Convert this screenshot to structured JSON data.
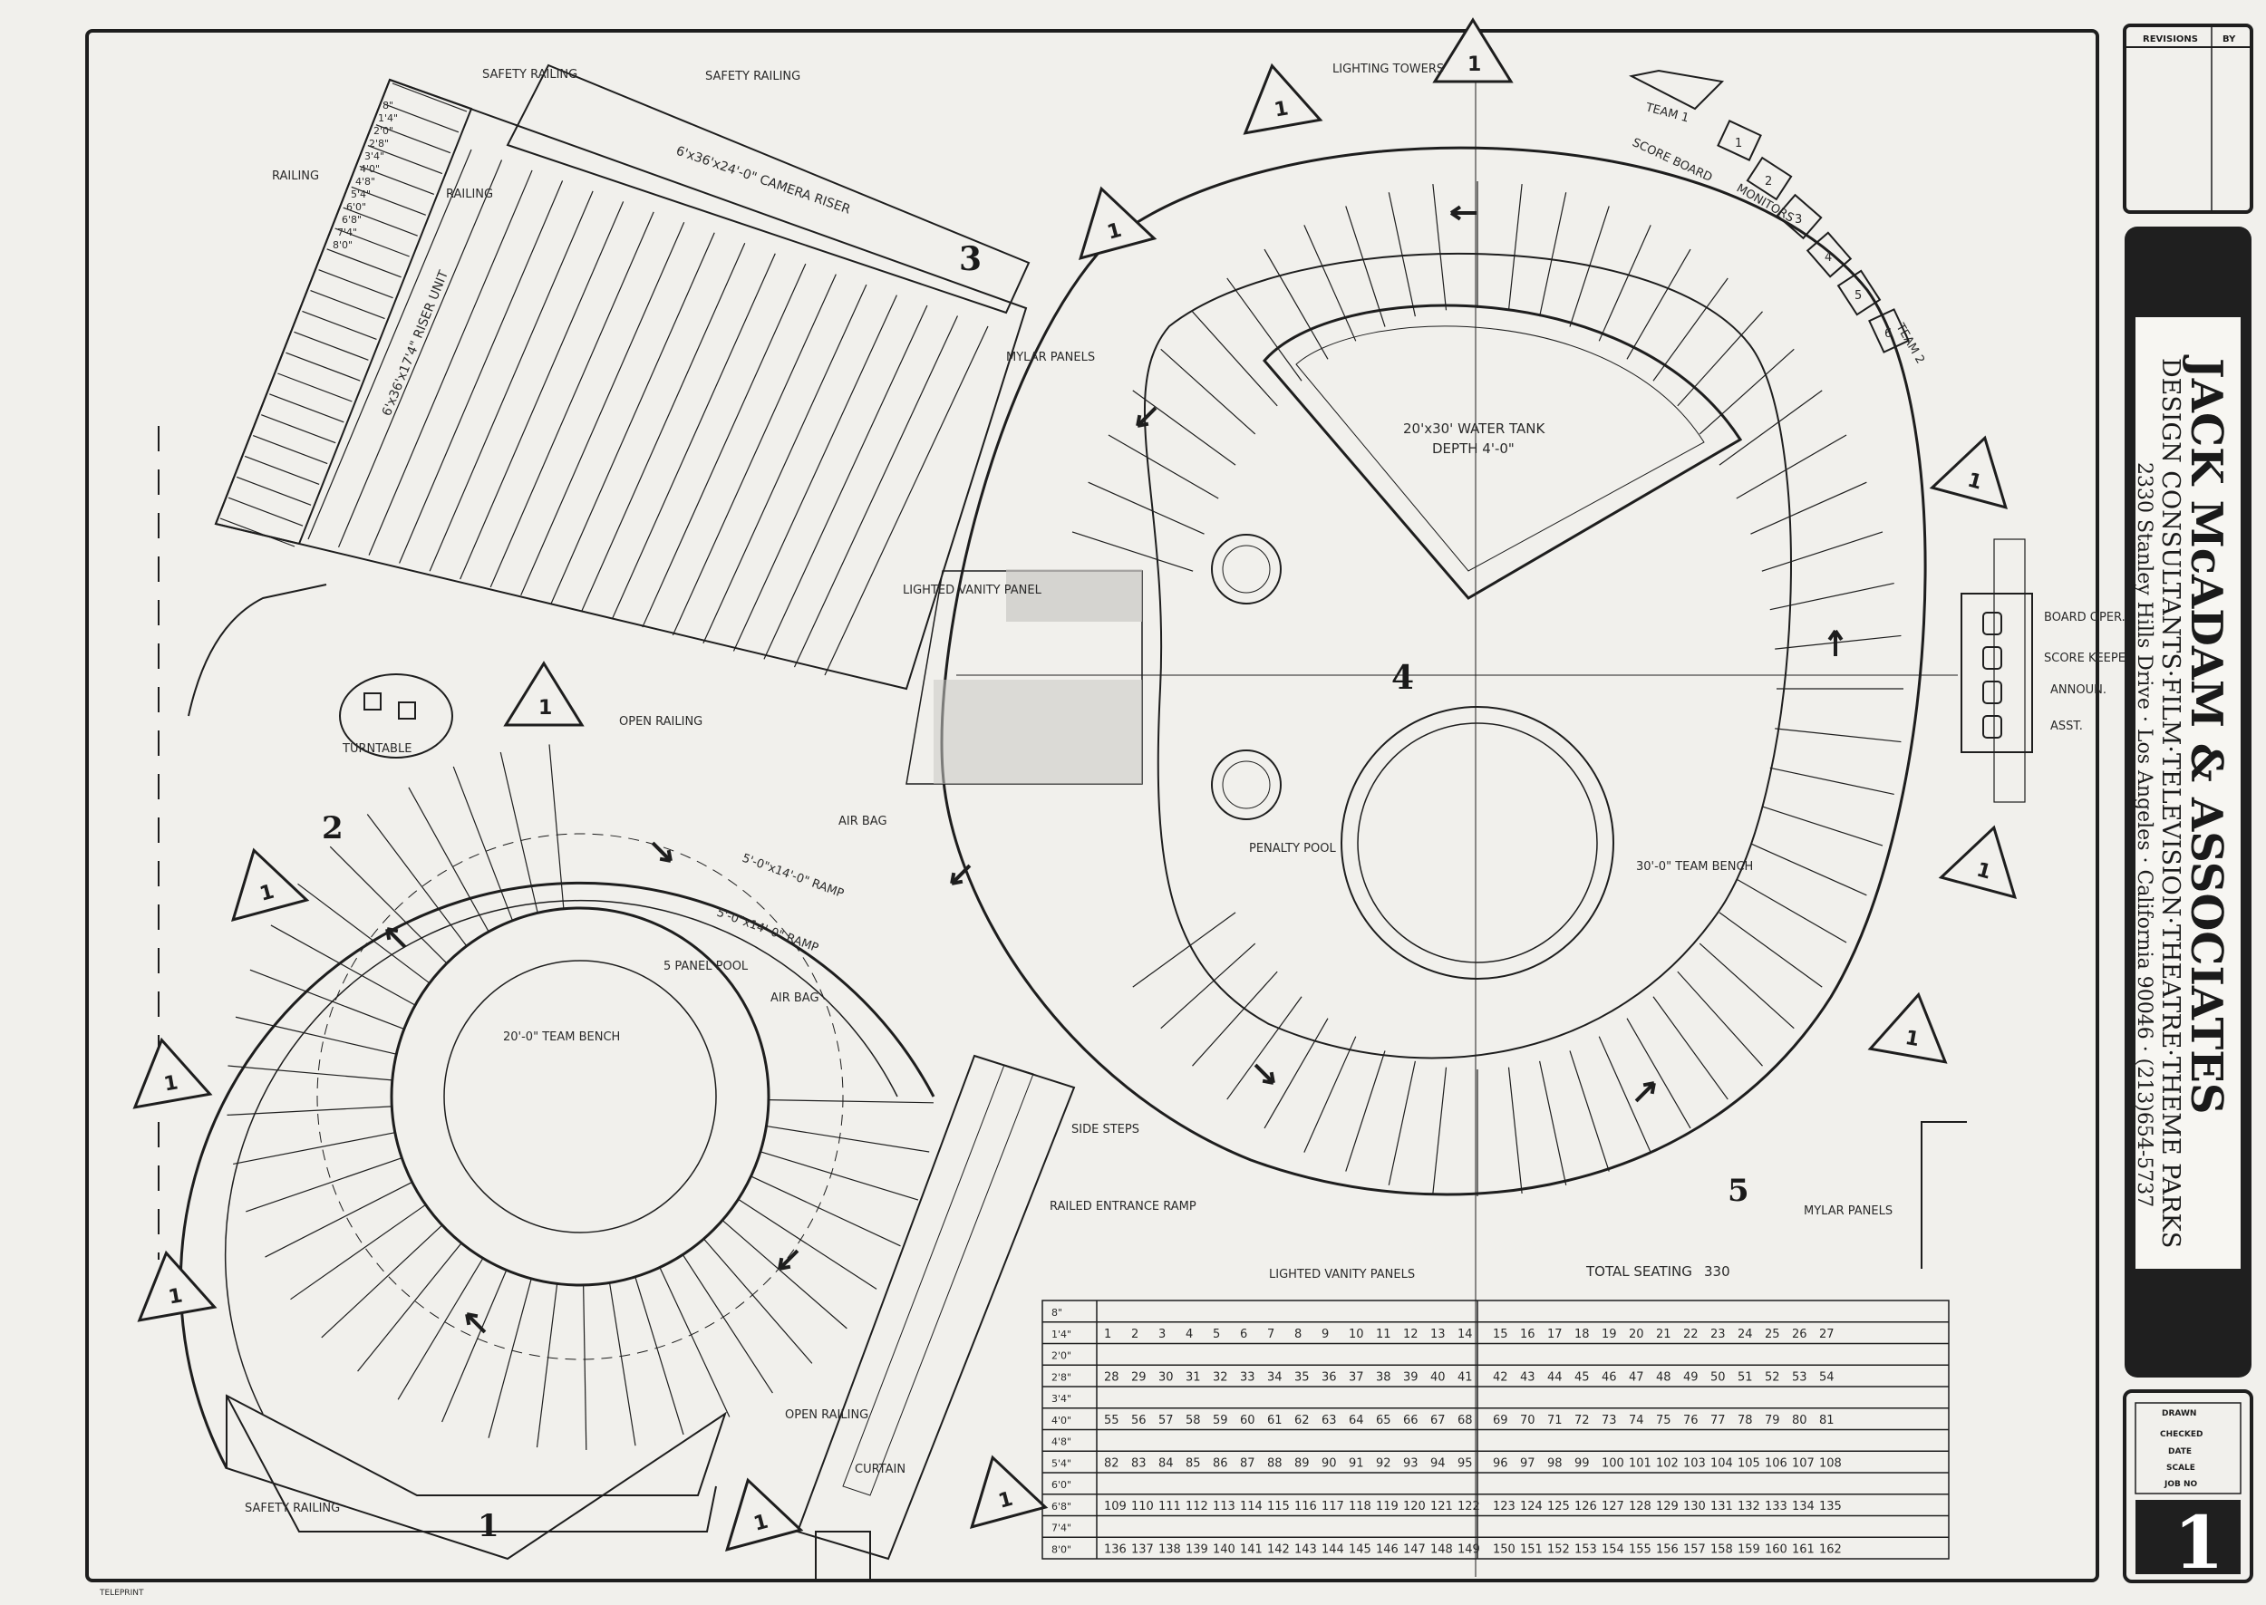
{
  "firm": {
    "name": "JACK McADAM & ASSOCIATES",
    "tagline": "DESIGN CONSULTANTS·FILM·TELEVISION·THEATRE·THEME PARKS",
    "address": "2330 Stanley Hills Drive · Los Angeles · California 90046 · (213)654-5737"
  },
  "title_block": {
    "revisions_label": "REVISIONS",
    "by_label": "BY",
    "drawn_label": "DRAWN",
    "checked_label": "CHECKED",
    "date_label": "DATE",
    "scale_label": "SCALE",
    "job_no_label": "JOB NO",
    "sheet_number": "1"
  },
  "sections": [
    "1",
    "2",
    "3",
    "4",
    "5"
  ],
  "callouts": {
    "safety_railing_1": "SAFETY RAILING",
    "safety_railing_2": "SAFETY RAILING",
    "safety_railing_3": "SAFETY RAILING",
    "railing_1": "RAILING",
    "railing_2": "RAILING",
    "camera_riser": "6'x36'x24'-0\" CAMERA RISER",
    "riser_unit": "6'x36'x17'4\" RISER UNIT",
    "mylar_panels_1": "MYLAR PANELS",
    "mylar_panels_2": "MYLAR PANELS",
    "lighted_vanity_panel": "LIGHTED VANITY PANEL",
    "lighted_vanity_panels": "LIGHTED VANITY PANELS",
    "open_railing_1": "OPEN RAILING",
    "open_railing_2": "OPEN RAILING",
    "turntable": "TURNTABLE",
    "air_bag_1": "AIR BAG",
    "air_bag_2": "AIR BAG",
    "ramp_1": "5'-0\"x14'-0\" RAMP",
    "ramp_2": "5'-0\"x14'-0\" RAMP",
    "panel_pool": "5 PANEL POOL",
    "team_bench_1": "20'-0\" TEAM BENCH",
    "team_bench_2": "30'-0\" TEAM BENCH",
    "water_tank": "20'x30' WATER TANK",
    "water_depth": "DEPTH 4'-0\"",
    "penalty_pool": "PENALTY POOL",
    "lighting_towers": "LIGHTING TOWERS",
    "score_board": "SCORE BOARD",
    "monitors": "MONITORS",
    "team_1": "TEAM 1",
    "team_2": "TEAM 2",
    "board_oper": "BOARD OPER.",
    "score_keeper": "SCORE KEEPER",
    "announ": "ANNOUN.",
    "asst": "ASST.",
    "side_steps": "SIDE STEPS",
    "railed_ramp": "RAILED ENTRANCE RAMP",
    "curtain": "CURTAIN",
    "total_seating": "TOTAL SEATING",
    "total_seating_value": "330",
    "footer": "TELEPRINT"
  },
  "monitors": [
    "1",
    "2",
    "3",
    "4",
    "5",
    "6"
  ],
  "riser_heights": [
    "8\"",
    "1'4\"",
    "2'0\"",
    "2'8\"",
    "3'4\"",
    "4'0\"",
    "4'8\"",
    "5'4\"",
    "6'0\"",
    "6'8\"",
    "7'4\"",
    "8'0\""
  ],
  "seating_grid": {
    "left": [
      [
        "1",
        "2",
        "3",
        "4",
        "5",
        "6",
        "7",
        "8",
        "9",
        "10",
        "11",
        "12",
        "13",
        "14"
      ],
      [
        "28",
        "29",
        "30",
        "31",
        "32",
        "33",
        "34",
        "35",
        "36",
        "37",
        "38",
        "39",
        "40",
        "41"
      ],
      [
        "55",
        "56",
        "57",
        "58",
        "59",
        "60",
        "61",
        "62",
        "63",
        "64",
        "65",
        "66",
        "67",
        "68"
      ],
      [
        "82",
        "83",
        "84",
        "85",
        "86",
        "87",
        "88",
        "89",
        "90",
        "91",
        "92",
        "93",
        "94",
        "95"
      ],
      [
        "109",
        "110",
        "111",
        "112",
        "113",
        "114",
        "115",
        "116",
        "117",
        "118",
        "119",
        "120",
        "121",
        "122"
      ],
      [
        "136",
        "137",
        "138",
        "139",
        "140",
        "141",
        "142",
        "143",
        "144",
        "145",
        "146",
        "147",
        "148",
        "149"
      ]
    ],
    "right": [
      [
        "15",
        "16",
        "17",
        "18",
        "19",
        "20",
        "21",
        "22",
        "23",
        "24",
        "25",
        "26",
        "27"
      ],
      [
        "42",
        "43",
        "44",
        "45",
        "46",
        "47",
        "48",
        "49",
        "50",
        "51",
        "52",
        "53",
        "54"
      ],
      [
        "69",
        "70",
        "71",
        "72",
        "73",
        "74",
        "75",
        "76",
        "77",
        "78",
        "79",
        "80",
        "81"
      ],
      [
        "96",
        "97",
        "98",
        "99",
        "100",
        "101",
        "102",
        "103",
        "104",
        "105",
        "106",
        "107",
        "108"
      ],
      [
        "123",
        "124",
        "125",
        "126",
        "127",
        "128",
        "129",
        "130",
        "131",
        "132",
        "133",
        "134",
        "135"
      ],
      [
        "150",
        "151",
        "152",
        "153",
        "154",
        "155",
        "156",
        "157",
        "158",
        "159",
        "160",
        "161",
        "162"
      ]
    ],
    "row_heights": [
      "8\"",
      "1'4\"",
      "2'0\"",
      "2'8\"",
      "3'4\"",
      "4'0\"",
      "4'8\"",
      "5'4\"",
      "6'0\"",
      "6'8\"",
      "7'4\"",
      "8'0\""
    ]
  },
  "colors": {
    "paper": "#f1f0ec",
    "ink": "#1e1e1e",
    "title_band": "#1f1f1f"
  }
}
